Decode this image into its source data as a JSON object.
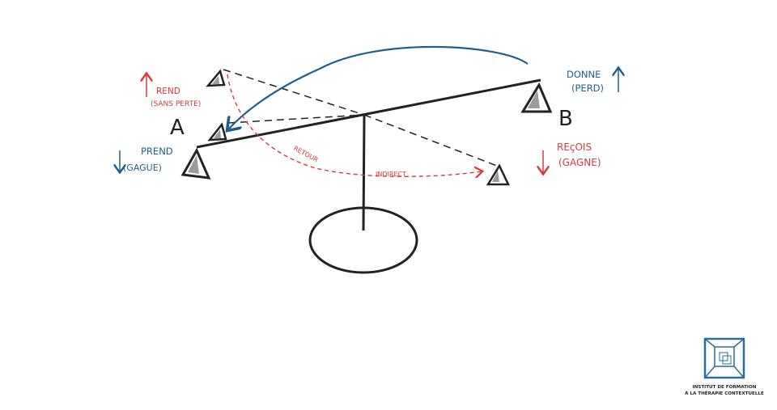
{
  "colors": {
    "ink": "#222222",
    "blue": "#1f5f8f",
    "red": "#d63a3f",
    "logo_blue": "#2a6e9e",
    "shade": "#9b9b9b"
  },
  "labels": {
    "a": "A",
    "b": "B",
    "rend": "REND",
    "sans_perte": "(SANS PERTE)",
    "prend": "PREND",
    "gagne_a": "(GAGUE)",
    "donne": "DONNE",
    "perd": "(PERD)",
    "recois": "REçOIS",
    "gagne_b": "(GAGNE)",
    "retour": "RETOUR",
    "indirect": "INDIRECT"
  },
  "logo": {
    "line1": "INSTITUT DE FORMATION",
    "line2": "À LA THÉRAPIE CONTEXTUELLE",
    "icon": "cube-icon"
  }
}
